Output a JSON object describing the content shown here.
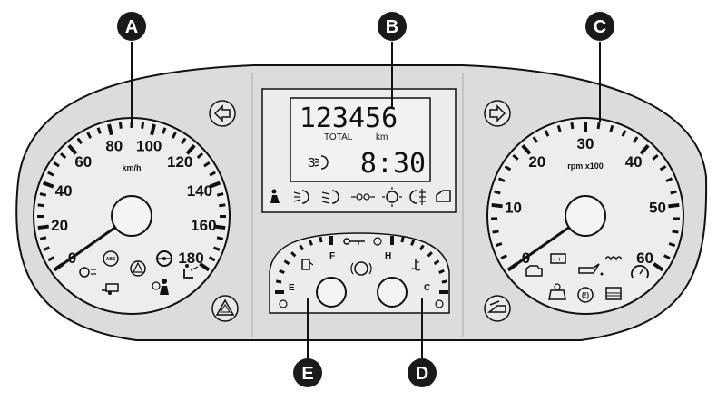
{
  "callouts": {
    "a": "A",
    "b": "B",
    "c": "C",
    "d": "D",
    "e": "E"
  },
  "speedometer": {
    "unit": "km/h",
    "labels": [
      "0",
      "20",
      "40",
      "60",
      "80",
      "100",
      "120",
      "140",
      "160",
      "180"
    ],
    "needle_value": 0
  },
  "tachometer": {
    "unit": "rpm x100",
    "labels": [
      "0",
      "10",
      "20",
      "30",
      "40",
      "50",
      "60"
    ],
    "needle_value": 0
  },
  "display": {
    "odometer": "123456",
    "total_label": "TOTAL",
    "km_label": "km",
    "gear_or_level": "3",
    "clock": "8:30"
  },
  "fuel_gauge": {
    "full_label": "F",
    "empty_label": "E"
  },
  "temp_gauge": {
    "hot_label": "H",
    "cold_label": "C"
  },
  "small_labels": {
    "abs": "ABS",
    "service": "(!)"
  },
  "icons": {
    "speedo_warnings": [
      "brake-pad-icon",
      "abs-icon",
      "stability-icon",
      "steering-icon",
      "seat-belt-icon",
      "trailer-icon",
      "airbag-off-icon"
    ],
    "tacho_warnings": [
      "engine-icon",
      "battery-icon",
      "oil-pressure-icon",
      "glow-plug-icon",
      "cruise-icon",
      "immobilizer-icon",
      "tpms-icon",
      "water-in-fuel-icon"
    ],
    "display_strip": [
      "seat-belt-icon",
      "front-fog-icon",
      "low-beam-icon",
      "side-lights-icon",
      "high-beam-icon",
      "rear-fog-icon",
      "door-open-icon"
    ],
    "center": [
      "key-icon",
      "brake-icon",
      "fuel-pump-icon",
      "coolant-icon"
    ]
  },
  "colors": {
    "panel": "#dcdcdc",
    "ink": "#111111",
    "callout": "#1a1a1a"
  }
}
